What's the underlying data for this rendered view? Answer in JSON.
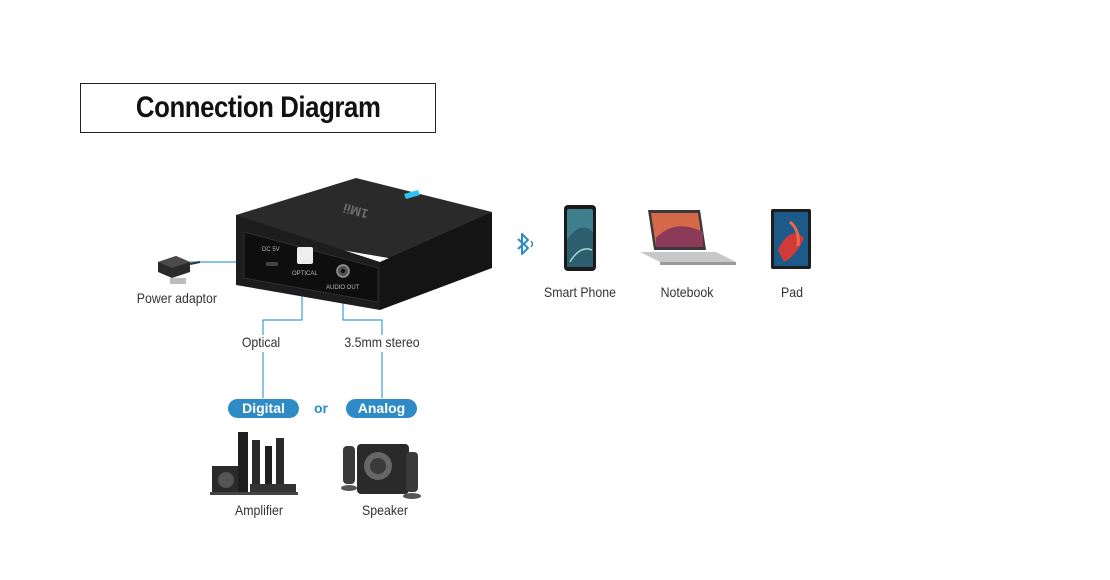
{
  "title": "Connection Diagram",
  "device": {
    "brand_mark": "1Mii",
    "port_dc": "DC 5V",
    "port_optical": "OPTICAL",
    "port_audio": "AUDIO OUT"
  },
  "labels": {
    "power_adaptor": "Power adaptor",
    "optical": "Optical",
    "stereo": "3.5mm stereo",
    "digital": "Digital",
    "or": "or",
    "analog": "Analog",
    "amplifier": "Amplifier",
    "speaker": "Speaker",
    "smart_phone": "Smart Phone",
    "notebook": "Notebook",
    "pad": "Pad"
  },
  "colors": {
    "accent_blue": "#2f8bc6",
    "device_body": "#1f1f1f",
    "line_blue": "#3b9fd6"
  },
  "icons": [
    "bluetooth-icon"
  ]
}
